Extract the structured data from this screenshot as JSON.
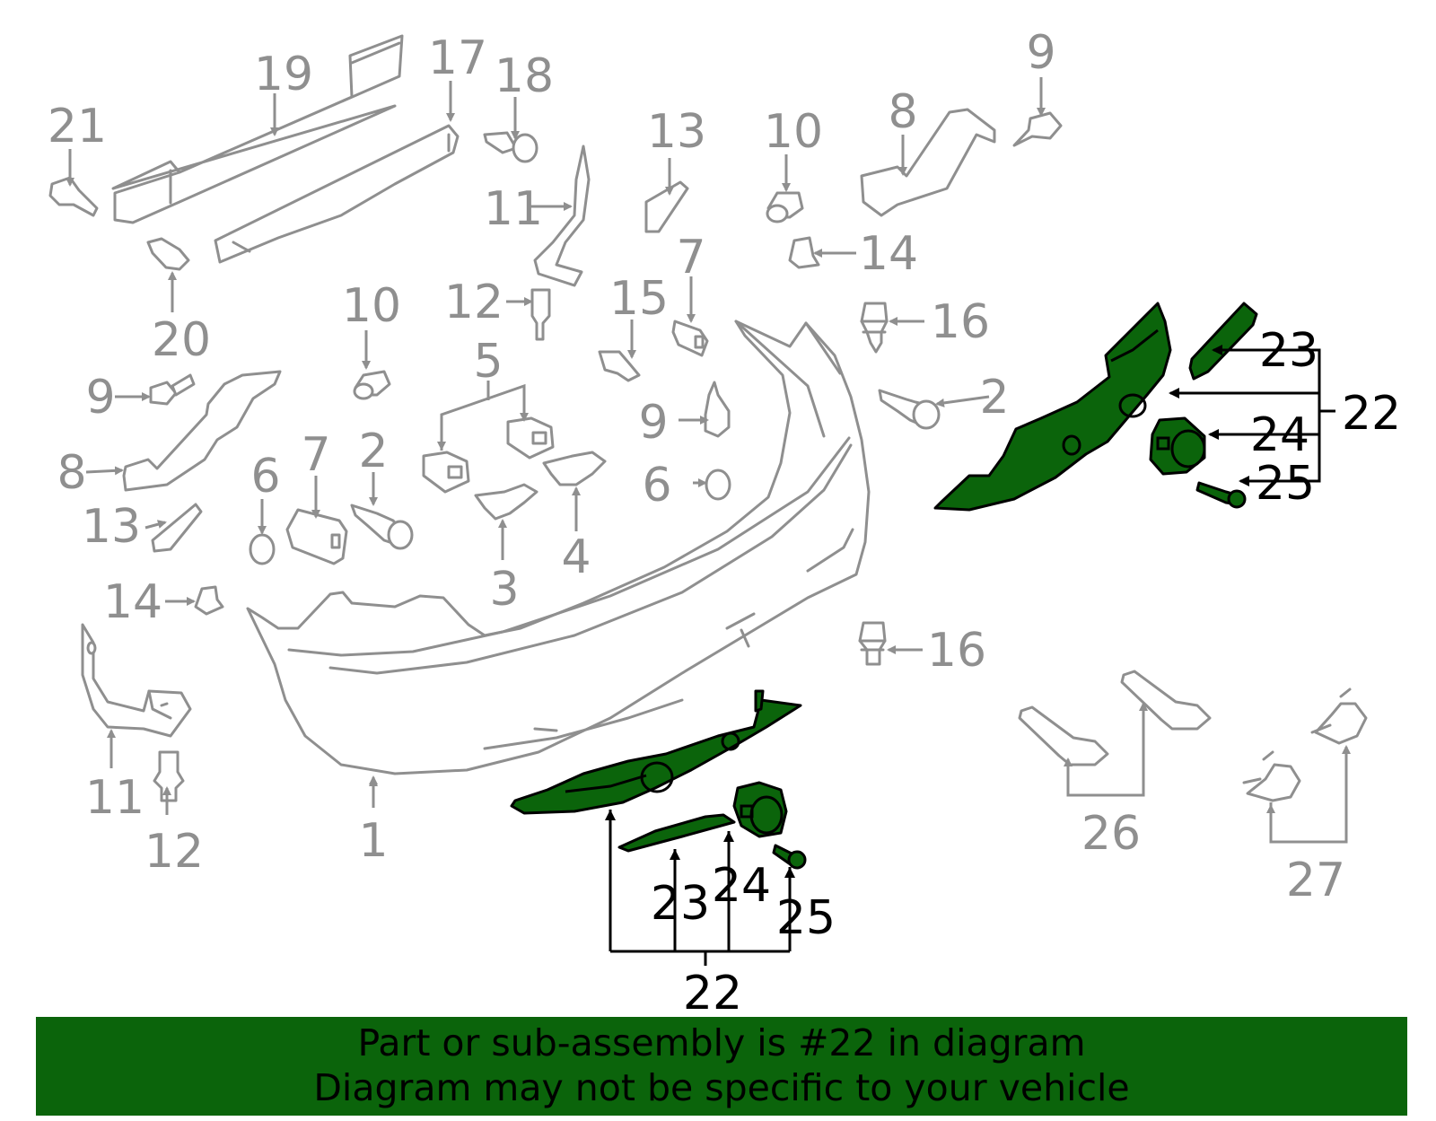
{
  "colors": {
    "highlight": "#0b640b",
    "gray_parts": "#8f8f8f",
    "banner_background": "#0b640b",
    "banner_text": "#000000"
  },
  "banner": {
    "line1": "Part or sub-assembly is #22 in diagram",
    "line2": "Diagram may not be specific to your vehicle"
  },
  "callouts": {
    "c1": "1",
    "c2a": "2",
    "c2b": "2",
    "c3": "3",
    "c4": "4",
    "c5": "5",
    "c6a": "6",
    "c6b": "6",
    "c7a": "7",
    "c7b": "7",
    "c8a": "8",
    "c8b": "8",
    "c9a": "9",
    "c9b": "9",
    "c9c": "9",
    "c10a": "10",
    "c10b": "10",
    "c11a": "11",
    "c11b": "11",
    "c12a": "12",
    "c12b": "12",
    "c13a": "13",
    "c13b": "13",
    "c14a": "14",
    "c14b": "14",
    "c15": "15",
    "c16a": "16",
    "c16b": "16",
    "c17": "17",
    "c18": "18",
    "c19": "19",
    "c20": "20",
    "c21": "21",
    "c22a": "22",
    "c22b": "22",
    "c23a": "23",
    "c23b": "23",
    "c24a": "24",
    "c24b": "24",
    "c25a": "25",
    "c25b": "25",
    "c26": "26",
    "c27": "27"
  }
}
